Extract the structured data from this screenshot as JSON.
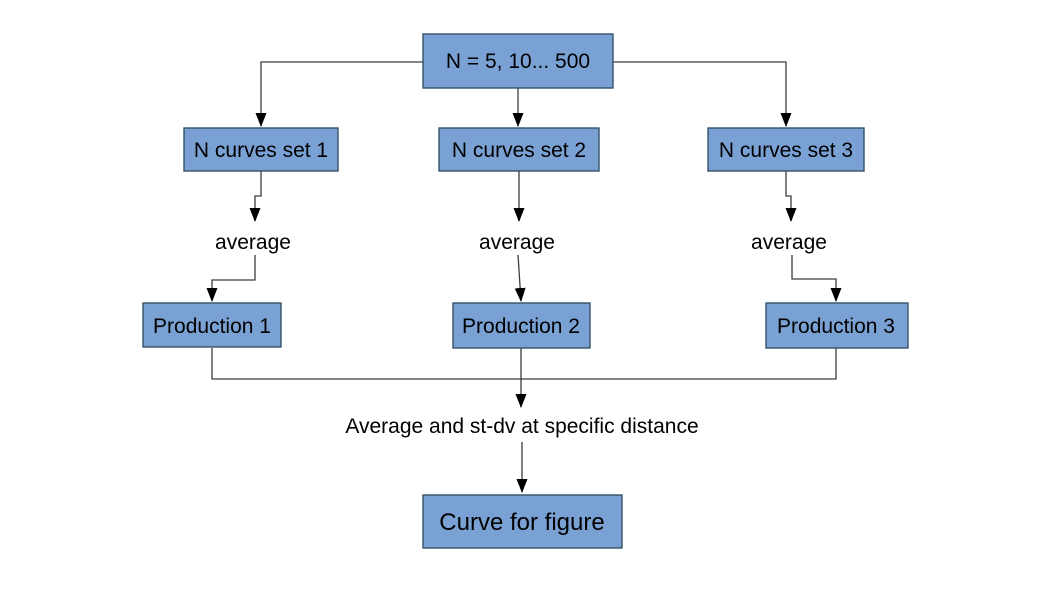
{
  "figure": {
    "node-fill": "#79a1d3",
    "node-border": "#355269",
    "connector": "#3c3c3c",
    "arrow": "#000000",
    "text": "#000000",
    "background": "#ffffff"
  },
  "nodes": {
    "range": {
      "label": "N = 5, 10... 500"
    },
    "set1": {
      "label": "N curves set 1"
    },
    "set2": {
      "label": "N curves set 2"
    },
    "set3": {
      "label": "N curves set 3"
    },
    "avg1": {
      "label": "average"
    },
    "avg2": {
      "label": "average"
    },
    "avg3": {
      "label": "average"
    },
    "prod1": {
      "label": "Production 1"
    },
    "prod2": {
      "label": "Production 2"
    },
    "prod3": {
      "label": "Production 3"
    },
    "combine": {
      "label": "Average and st-dv at specific distance"
    },
    "final": {
      "label": "Curve for figure"
    }
  },
  "edges": [
    {
      "from": "range",
      "to": "set1"
    },
    {
      "from": "range",
      "to": "set2"
    },
    {
      "from": "range",
      "to": "set3"
    },
    {
      "from": "set1",
      "to": "avg1"
    },
    {
      "from": "set2",
      "to": "avg2"
    },
    {
      "from": "set3",
      "to": "avg3"
    },
    {
      "from": "avg1",
      "to": "prod1"
    },
    {
      "from": "avg2",
      "to": "prod2"
    },
    {
      "from": "avg3",
      "to": "prod3"
    },
    {
      "from": "prod1",
      "to": "combine"
    },
    {
      "from": "prod2",
      "to": "combine"
    },
    {
      "from": "prod3",
      "to": "combine"
    },
    {
      "from": "combine",
      "to": "final"
    }
  ]
}
